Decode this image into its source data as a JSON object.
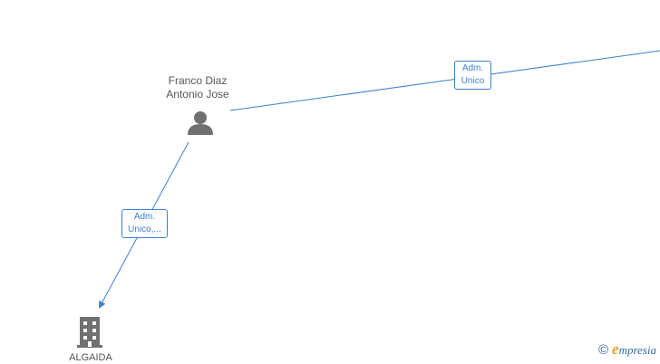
{
  "nodes": {
    "person": {
      "name_line1": "Franco Diaz",
      "name_line2": "Antonio Jose",
      "icon": "person-icon"
    },
    "company": {
      "name": "ALGAIDA",
      "icon": "building-icon"
    }
  },
  "edges": [
    {
      "label_line1": "Adm.",
      "label_line2": "Unico"
    },
    {
      "label_line1": "Adm.",
      "label_line2": "Unico,..."
    }
  ],
  "watermark": {
    "symbol": "©",
    "brand_first": "e",
    "brand_rest": "mpresia"
  },
  "colors": {
    "edge": "#3b7fd0",
    "icon": "#707070",
    "brand": "#2e6aa6",
    "brand_accent": "#e8a020"
  }
}
